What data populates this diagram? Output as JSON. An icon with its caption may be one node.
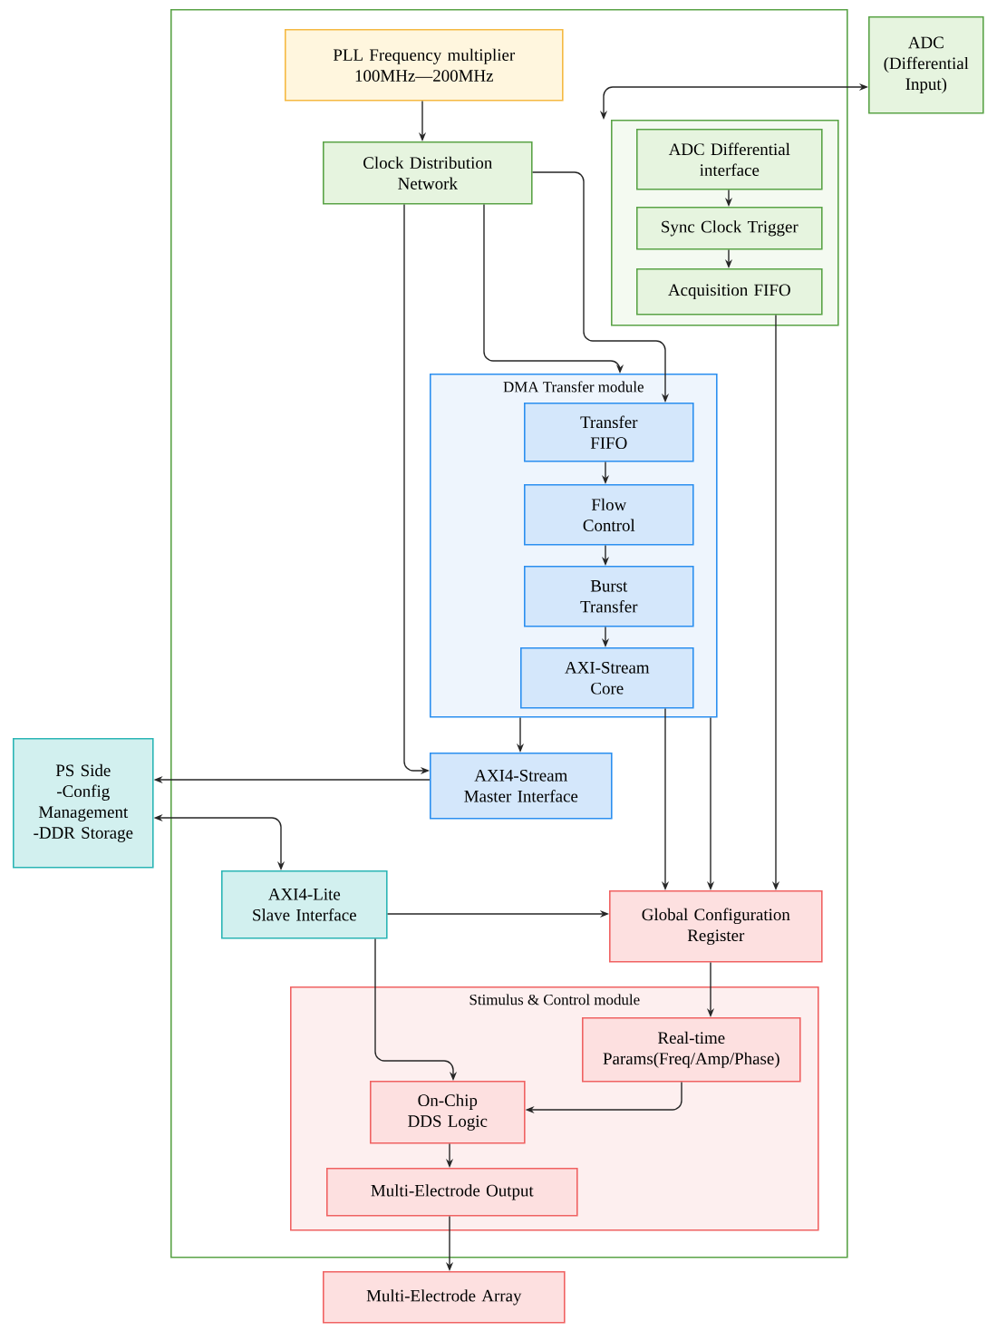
{
  "diagram": {
    "nodes": [
      {
        "text": [],
        "shape": "box"
      },
      {
        "text": [
          "PLL Frequency multiplier 100MHz—200MHz"
        ],
        "in": 0
      },
      {
        "text": [
          "Clock Distribution Network"
        ],
        "in": 0
      },
      {
        "text": [],
        "shape": "box",
        "in": 0
      },
      {
        "text": [
          "ADC Differential interface"
        ],
        "in": 3
      },
      {
        "text": [
          "Sync Clock Trigger"
        ],
        "in": 3
      },
      {
        "text": [
          "Acquisition FIFO"
        ],
        "in": 3
      },
      {
        "text": [
          "ADC (Differential Input)"
        ]
      },
      {
        "text": [
          "DMA Transfer module"
        ],
        "in": 0
      },
      {
        "text": [
          "Transfer FIFO"
        ],
        "in": 8
      },
      {
        "text": [
          "Flow Control"
        ],
        "in": 8
      },
      {
        "text": [
          "Burst Transfer"
        ],
        "in": 8
      },
      {
        "text": [
          "AXI-Stream Core"
        ],
        "in": 8
      },
      {
        "text": [
          "AXI4-Stream Master Interface"
        ],
        "in": 0
      },
      {
        "text": [
          "PS Side",
          "-Config Management",
          "-DDR Storage"
        ]
      },
      {
        "text": [
          "AXI4-Lite Slave Interface"
        ],
        "in": 0
      },
      {
        "text": [
          "Global Configuration Register"
        ],
        "in": 0
      },
      {
        "text": [
          "Stimulus & Control module"
        ],
        "in": 0
      },
      {
        "text": [
          "Real-time Params(Freq/Amp/Phase)"
        ],
        "in": 17
      },
      {
        "text": [
          "On-Chip DDS Logic"
        ],
        "in": 17
      },
      {
        "text": [
          "Multi-Electrode Output"
        ],
        "in": 17
      },
      {
        "text": [
          "Multi-Electrode Array"
        ]
      }
    ],
    "edges": [
      {
        "from": 1,
        "to": 2,
        "arrow": "to"
      },
      {
        "from": 3,
        "to": 7,
        "arrow": "both"
      },
      {
        "from": 2,
        "to": 13,
        "arrow": "to"
      },
      {
        "from": 2,
        "to": 8,
        "arrow": "to"
      },
      {
        "from": 2,
        "to": 9,
        "arrow": "to"
      },
      {
        "from": 4,
        "to": 5,
        "arrow": "to"
      },
      {
        "from": 5,
        "to": 6,
        "arrow": "to"
      },
      {
        "from": 6,
        "to": 16,
        "arrow": "to"
      },
      {
        "from": 9,
        "to": 10,
        "arrow": "to"
      },
      {
        "from": 10,
        "to": 11,
        "arrow": "to"
      },
      {
        "from": 11,
        "to": 12,
        "arrow": "to"
      },
      {
        "from": 8,
        "to": 13,
        "arrow": "to"
      },
      {
        "from": 12,
        "to": 16,
        "arrow": "to"
      },
      {
        "from": 8,
        "to": 16,
        "arrow": "to"
      },
      {
        "from": 13,
        "to": 14,
        "arrow": "to"
      },
      {
        "from": 14,
        "to": 15,
        "arrow": "both"
      },
      {
        "from": 15,
        "to": 16,
        "arrow": "to"
      },
      {
        "from": 15,
        "to": 19,
        "arrow": "to"
      },
      {
        "from": 16,
        "to": 18,
        "arrow": "to"
      },
      {
        "from": 18,
        "to": 19,
        "arrow": "to"
      },
      {
        "from": 19,
        "to": 20,
        "arrow": "to"
      },
      {
        "from": 20,
        "to": 21,
        "arrow": "to"
      }
    ]
  }
}
